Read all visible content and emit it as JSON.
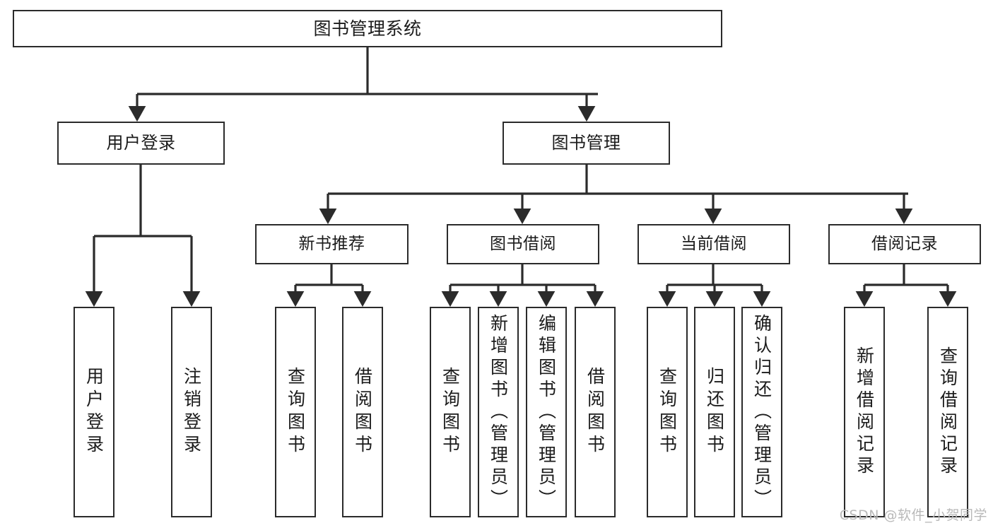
{
  "chart_data": {
    "type": "diagram",
    "diagram_kind": "tree-hierarchy-chart",
    "title": "图书管理系统",
    "orientation": "top-down",
    "edge_style": "orthogonal-with-arrowheads",
    "nodes": [
      {
        "id": "root",
        "label": "图书管理系统",
        "level": 0,
        "parent": null
      },
      {
        "id": "n1",
        "label": "用户登录",
        "level": 1,
        "parent": "root"
      },
      {
        "id": "n2",
        "label": "图书管理",
        "level": 1,
        "parent": "root"
      },
      {
        "id": "n1a",
        "label": "用户登录",
        "level": 2,
        "parent": "n1"
      },
      {
        "id": "n1b",
        "label": "注销登录",
        "level": 2,
        "parent": "n1"
      },
      {
        "id": "n2a",
        "label": "新书推荐",
        "level": 2,
        "parent": "n2"
      },
      {
        "id": "n2b",
        "label": "图书借阅",
        "level": 2,
        "parent": "n2"
      },
      {
        "id": "n2c",
        "label": "当前借阅",
        "level": 2,
        "parent": "n2"
      },
      {
        "id": "n2d",
        "label": "借阅记录",
        "level": 2,
        "parent": "n2"
      },
      {
        "id": "n2a1",
        "label": "查询图书",
        "level": 3,
        "parent": "n2a"
      },
      {
        "id": "n2a2",
        "label": "借阅图书",
        "level": 3,
        "parent": "n2a"
      },
      {
        "id": "n2b1",
        "label": "查询图书",
        "level": 3,
        "parent": "n2b"
      },
      {
        "id": "n2b2",
        "label": "新增图书（管理员）",
        "level": 3,
        "parent": "n2b"
      },
      {
        "id": "n2b3",
        "label": "编辑图书（管理员）",
        "level": 3,
        "parent": "n2b"
      },
      {
        "id": "n2b4",
        "label": "借阅图书",
        "level": 3,
        "parent": "n2b"
      },
      {
        "id": "n2c1",
        "label": "查询图书",
        "level": 3,
        "parent": "n2c"
      },
      {
        "id": "n2c2",
        "label": "归还图书",
        "level": 3,
        "parent": "n2c"
      },
      {
        "id": "n2c3",
        "label": "确认归还（管理员）",
        "level": 3,
        "parent": "n2c"
      },
      {
        "id": "n2d1",
        "label": "新增借阅记录",
        "level": 3,
        "parent": "n2d"
      },
      {
        "id": "n2d2",
        "label": "查询借阅记录",
        "level": 3,
        "parent": "n2d"
      }
    ],
    "colors": {
      "node_border": "#2b2b2b",
      "node_fill": "#ffffff",
      "edge": "#2b2b2b",
      "text": "#1b1b1b",
      "background": "#ffffff",
      "watermark": "#b9b9b9"
    }
  },
  "root_node": {
    "label": "图书管理系统"
  },
  "level1": {
    "user_login": {
      "label": "用户登录"
    },
    "book_management": {
      "label": "图书管理"
    }
  },
  "level2": {
    "new_book_recommend": {
      "label": "新书推荐"
    },
    "book_borrow": {
      "label": "图书借阅"
    },
    "current_borrow": {
      "label": "当前借阅"
    },
    "borrow_record": {
      "label": "借阅记录"
    }
  },
  "leaves": {
    "user_login": {
      "label": "用户登录"
    },
    "logout": {
      "label": "注销登录"
    },
    "query_book_1": {
      "label": "查询图书"
    },
    "borrow_book_1": {
      "label": "借阅图书"
    },
    "query_book_2": {
      "label": "查询图书"
    },
    "add_book_admin": {
      "label": "新增图书（管理员）"
    },
    "edit_book_admin": {
      "label": "编辑图书（管理员）"
    },
    "borrow_book_2": {
      "label": "借阅图书"
    },
    "query_book_3": {
      "label": "查询图书"
    },
    "return_book": {
      "label": "归还图书"
    },
    "confirm_return_admin": {
      "label": "确认归还（管理员）"
    },
    "add_borrow_record": {
      "label": "新增借阅记录"
    },
    "query_borrow_record": {
      "label": "查询借阅记录"
    }
  },
  "watermark": {
    "text": "CSDN @软件_小贺同学"
  }
}
